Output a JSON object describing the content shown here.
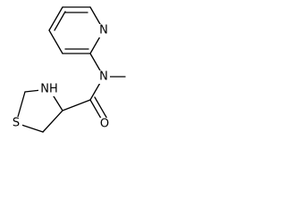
{
  "atoms": {
    "pyridine_n": "N",
    "amide_n": "N",
    "ring_nh": "NH",
    "sulfur": "S",
    "oxygen": "O"
  },
  "colors": {
    "bond": "#000000",
    "background": "#ffffff"
  }
}
